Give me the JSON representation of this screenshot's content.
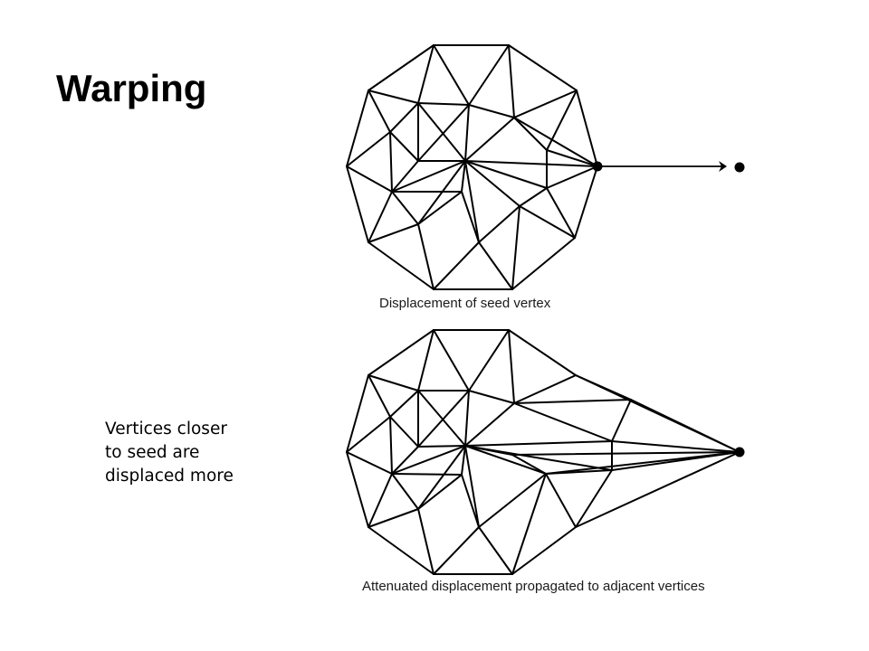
{
  "slide": {
    "title": "Warping"
  },
  "note": {
    "lines": [
      "Vertices closer",
      "to seed are",
      "displaced more"
    ]
  },
  "diagrams": {
    "top_caption": "Displacement of seed vertex",
    "bottom_caption": "Attenuated displacement propagated to adjacent vertices"
  }
}
